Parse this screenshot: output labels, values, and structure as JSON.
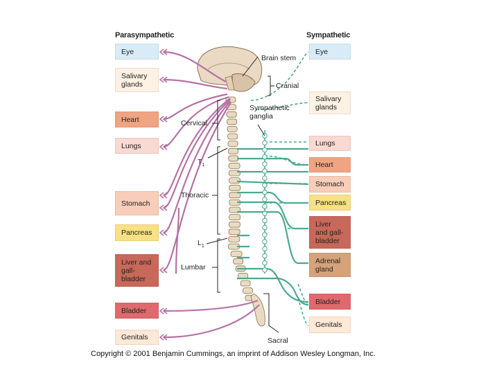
{
  "headers": {
    "left": "Parasympathetic",
    "right": "Sympathetic"
  },
  "left_targets": [
    {
      "label": "Eye",
      "color": "#d8ecf7"
    },
    {
      "label": "Salivary\nglands",
      "color": "#fdf1e3"
    },
    {
      "label": "Heart",
      "color": "#f0a481"
    },
    {
      "label": "Lungs",
      "color": "#f9d9d1"
    },
    {
      "label": "Stomach",
      "color": "#f8cdb9"
    },
    {
      "label": "Pancreas",
      "color": "#f8e184"
    },
    {
      "label": "Liver and\ngall-\nbladder",
      "color": "#c8685a"
    },
    {
      "label": "Bladder",
      "color": "#e0696d"
    },
    {
      "label": "Genitals",
      "color": "#fde9d6"
    }
  ],
  "right_targets": [
    {
      "label": "Eye",
      "color": "#d8ecf7"
    },
    {
      "label": "Salivary\nglands",
      "color": "#fdf1e3"
    },
    {
      "label": "Lungs",
      "color": "#f9d9d1"
    },
    {
      "label": "Heart",
      "color": "#f0a481"
    },
    {
      "label": "Stomach",
      "color": "#f8cdb9"
    },
    {
      "label": "Pancreas",
      "color": "#f8e184"
    },
    {
      "label": "Liver\nand gall-\nbladder",
      "color": "#c8685a"
    },
    {
      "label": "Adrenal\ngland",
      "color": "#d6a27a"
    },
    {
      "label": "Bladder",
      "color": "#e0696d"
    },
    {
      "label": "Genitals",
      "color": "#fde9d6"
    }
  ],
  "labels": {
    "brain_stem": "Brain stem",
    "cranial": "Cranial",
    "sympathetic_ganglia": "Sympathetic\nganglia",
    "cervical": "Cervical",
    "t1": "T",
    "t1_sub": "1",
    "thoracic": "Thoracic",
    "l1": "L",
    "l1_sub": "1",
    "lumbar": "Lumbar",
    "sacral": "Sacral"
  },
  "colors": {
    "parasympathetic": "#b571a6",
    "sympathetic": "#4aa890",
    "spine": "#e8dcc0",
    "brain": "#ead9c3"
  },
  "copyright": "Copyright © 2001 Benjamin Cummings, an imprint of Addison Wesley Longman, Inc."
}
